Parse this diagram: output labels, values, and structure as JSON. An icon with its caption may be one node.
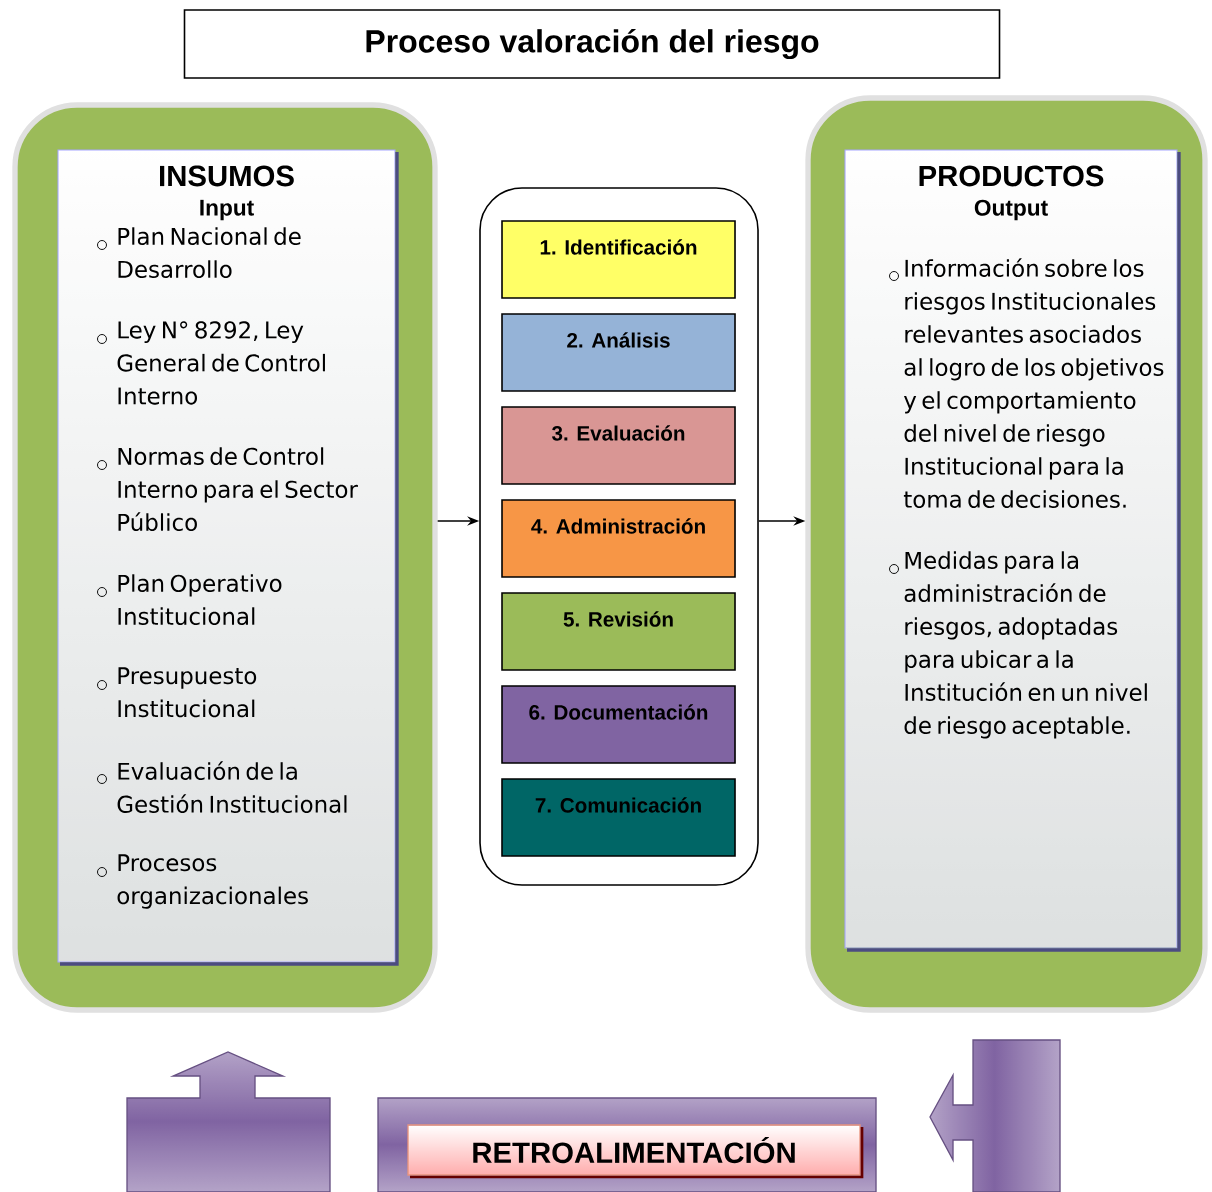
{
  "diagram": {
    "title": "Proceso valoración del riesgo",
    "nodes": [
      {
        "text": [],
        "shape": "box"
      },
      {
        "text": [
          "INSUMOS",
          "Input",
          "Plan Nacional de Desarrollo",
          "Ley N° 8292, Ley General de Control Interno",
          "Normas de Control Interno para el Sector Público",
          "Plan Operativo Institucional",
          "Presupuesto Institucional",
          "Evaluación de la Gestión Institucional",
          "Procesos organizacionales"
        ],
        "in": 0
      },
      {
        "text": [],
        "shape": "box"
      },
      {
        "text": [
          "1. Identificación"
        ],
        "in": 2
      },
      {
        "text": [
          "2. Análisis"
        ],
        "in": 2
      },
      {
        "text": [
          "3. Evaluación"
        ],
        "in": 2
      },
      {
        "text": [
          "4. Administración"
        ],
        "in": 2
      },
      {
        "text": [
          "5. Revisión"
        ],
        "in": 2
      },
      {
        "text": [
          "6. Documentación"
        ],
        "in": 2
      },
      {
        "text": [
          "7. Comunicación"
        ],
        "in": 2
      },
      {
        "text": [],
        "shape": "box"
      },
      {
        "text": [
          "PRODUCTOS",
          "Output",
          "Información sobre los riesgos Institucionales relevantes asociados al logro de los objetivos y el comportamiento del nivel de riesgo Institucional para la toma de decisiones.",
          "Medidas para  la administración de riesgos, adoptadas para ubicar a la Institución en un nivel de riesgo aceptable."
        ],
        "in": 10
      },
      {
        "text": [
          "RETROALIMENTACIÓN"
        ]
      }
    ],
    "edges": [
      {
        "from": 0,
        "to": 2,
        "arrow": "to"
      },
      {
        "from": 2,
        "to": 10,
        "arrow": "to"
      }
    ]
  }
}
